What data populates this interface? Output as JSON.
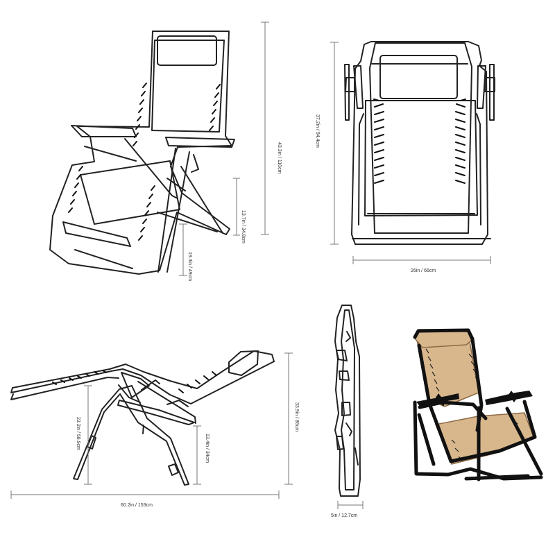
{
  "dimensions": {
    "upright_height": "43.3in / 110cm",
    "arm_height": "13.7in / 34.8cm",
    "seat_height": "19.3in / 49cm",
    "folded_height": "37.2in / 94.4cm",
    "width": "26in / 66cm",
    "recline_height": "33.9in / 86cm",
    "recline_seat_height": "23.2in / 58.9cm",
    "recline_leg_height": "13.4in / 34cm",
    "recline_length": "60.2in / 153cm",
    "folded_depth": "5in / 12.7cm"
  },
  "colors": {
    "outline": "#222222",
    "dimension_line": "#777777",
    "fabric_tan": "#d8b78d",
    "frame_black": "#111111"
  }
}
